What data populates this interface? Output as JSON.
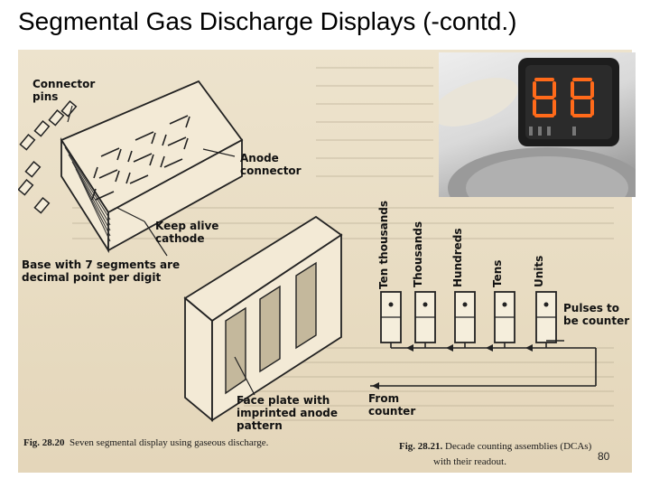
{
  "slide": {
    "title": "Segmental Gas Discharge Displays (-contd.)",
    "page_number": "80"
  },
  "figure_left": {
    "labels": {
      "connector_pins": "Connector pins",
      "anode_connector": "Anode connector",
      "keep_alive_cathode": "Keep alive cathode",
      "base_segments": "Base with 7 segments are decimal point per digit",
      "face_plate": "Face plate with imprinted anode pattern"
    },
    "caption_number": "Fig. 28.20",
    "caption_text": "Seven segmental display using gaseous discharge."
  },
  "figure_right": {
    "column_labels": [
      "Ten thousands",
      "Thousands",
      "Hundreds",
      "Tens",
      "Units"
    ],
    "pulses_label": "Pulses to be counter",
    "from_counter_label": "From counter",
    "caption_number": "Fig. 28.21.",
    "caption_text": "Decade counting assemblies (DCAs)",
    "caption_text2": "with their readout."
  },
  "photo": {
    "display_digits": [
      "8",
      "8"
    ],
    "description_icon": "nixie-display-photo"
  }
}
